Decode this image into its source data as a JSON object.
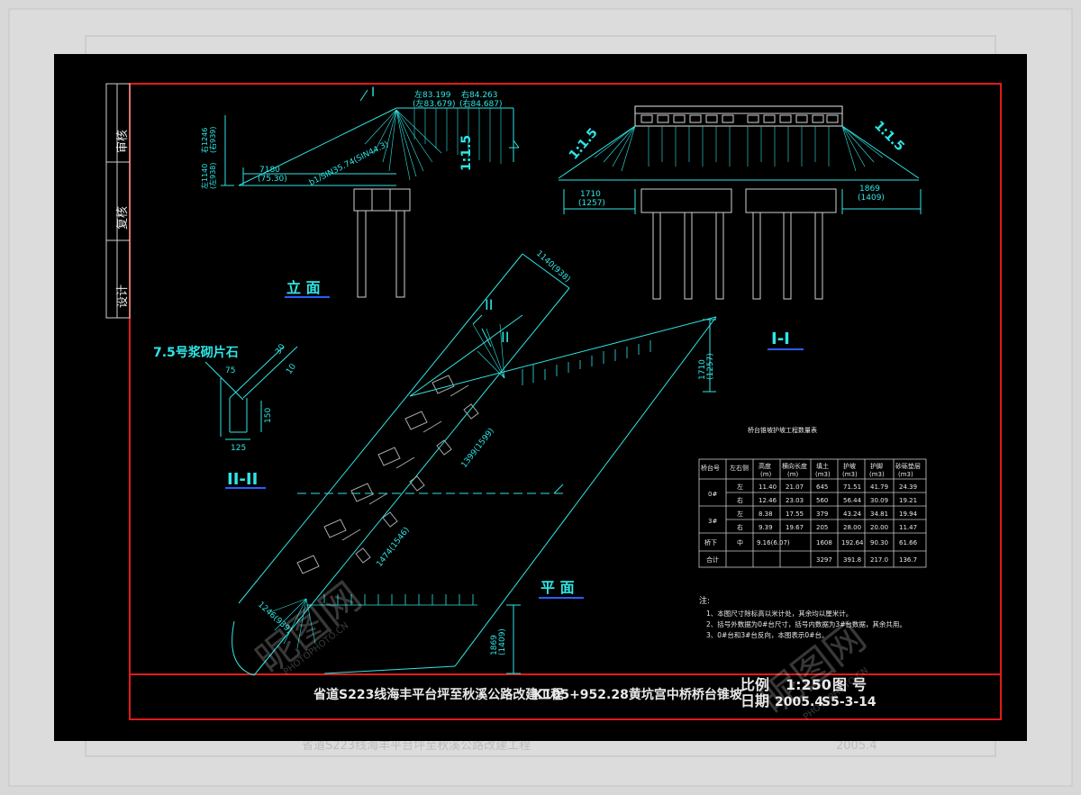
{
  "title_block": {
    "project": "省道S223线海丰平台坪至秋溪公路改建工程",
    "drawing": "K105+952.28黄坑宫中桥桥台锥坡",
    "scale_label": "比例",
    "scale": "1:250",
    "drawing_no_label": "图",
    "drawing_no_label2": "号",
    "date_label": "日期",
    "date": "2005.4",
    "drawing_no": "S5-3-14"
  },
  "side_block": {
    "review": "审核",
    "recheck": "复核",
    "design": "设计"
  },
  "views": {
    "elevation": "立 面",
    "plan": "平 面",
    "section_1": "I-I",
    "section_2": "II-II",
    "section_mark_1": "I",
    "section_mark_2": "II"
  },
  "elevation_labels": {
    "left_elev": "左83.199",
    "right_elev": "右84.263",
    "left_elev2": "(左83.679)",
    "right_elev2": "(右84.687)",
    "slope": "1:1.5",
    "dim_horiz": "7180",
    "dim_horiz2": "(75.30)",
    "dim_vert_left": "左1140",
    "dim_vert_left2": "(左938)",
    "dim_vert_right": "右1246",
    "dim_vert_right2": "(右939)",
    "sin_label": "b1/SIN35.74(SIN44.3)"
  },
  "section_labels": {
    "slope_left": "1:1.5",
    "slope_right": "1:1.5",
    "dim_left": "1710",
    "dim_left2": "(1257)",
    "dim_right": "1869",
    "dim_right2": "(1409)"
  },
  "plan_labels": {
    "top_dim": "1140(938)",
    "diag1": "1399(1599)",
    "diag2": "1474(1546)",
    "bottom_dim": "1246(939)",
    "right_dim": "1710",
    "right_dim2": "(1257)",
    "bottom_right_dim": "1869",
    "bottom_right_dim2": "(1409)"
  },
  "detail": {
    "material": "7.5号浆砌片石",
    "d1": "75",
    "d2": "150",
    "d3": "125",
    "d4": "30",
    "d5": "10"
  },
  "quantity_table": {
    "title": "桥台锥坡护坡工程数量表",
    "headers": [
      "桥台号",
      "左右侧",
      "高度",
      "横向长度",
      "填土",
      "护坡",
      "护脚",
      "砂砾垫层"
    ],
    "units": [
      "",
      "",
      "(m)",
      "(m)",
      "(m3)",
      "(m3)",
      "(m3)",
      "(m3)"
    ],
    "rows": [
      [
        "0#",
        "左",
        "11.40",
        "21.07",
        "645",
        "71.51",
        "41.79",
        "24.39"
      ],
      [
        "",
        "右",
        "12.46",
        "23.03",
        "560",
        "56.44",
        "30.09",
        "19.21"
      ],
      [
        "3#",
        "左",
        "8.38",
        "17.55",
        "379",
        "43.24",
        "34.81",
        "19.94"
      ],
      [
        "",
        "右",
        "9.39",
        "19.67",
        "205",
        "28.00",
        "20.00",
        "11.47"
      ],
      [
        "桥下",
        "中",
        "9.16(6.07)",
        "",
        "1608",
        "192.64",
        "90.30",
        "61.66"
      ],
      [
        "合计",
        "",
        "",
        "",
        "3297",
        "391.8",
        "217.0",
        "136.7"
      ]
    ]
  },
  "notes": {
    "heading": "注:",
    "items": [
      "1、本图尺寸除标高以米计处，其余均以厘米计。",
      "2、括号外数据为0#台尺寸，括号内数据为3#台数据，其余共用。",
      "3、0#台和3#台反向，本图表示0#台。"
    ]
  },
  "watermark": {
    "brand": "昵图网",
    "url": "PHOTOPHOTO.CN"
  },
  "colors": {
    "cad_line": "#2ee6e6",
    "frame": "#e21a1a",
    "background": "#000000",
    "label_underline": "#2a5cff"
  }
}
